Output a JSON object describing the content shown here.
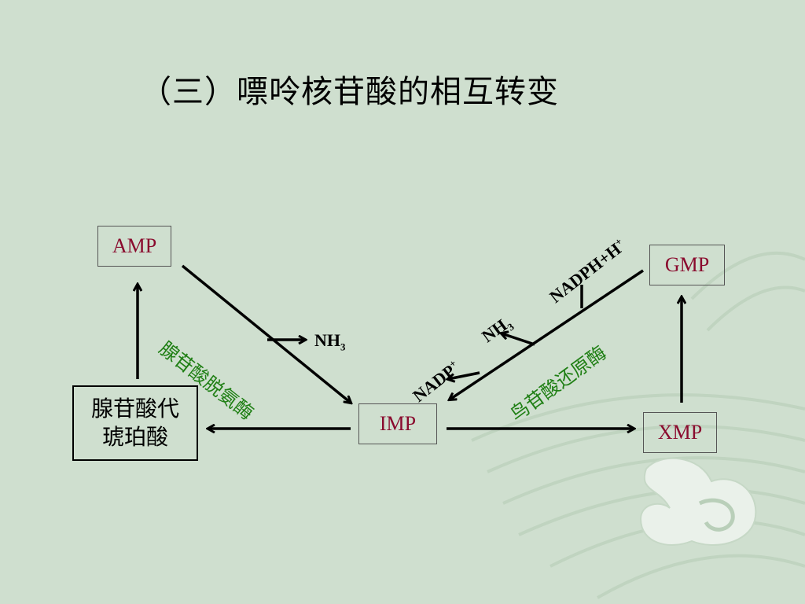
{
  "slide": {
    "title": "（三）嘌呤核苷酸的相互转变"
  },
  "nodes": {
    "amp": "AMP",
    "gmp": "GMP",
    "imp": "IMP",
    "xmp": "XMP",
    "succinate_line1": "腺苷酸代",
    "succinate_line2": "琥珀酸"
  },
  "enzymes": {
    "amp_deaminase": "腺苷酸脱氨酶",
    "gmp_reductase": "鸟苷酸还原酶"
  },
  "cofactors": {
    "nh3_left_base": "NH",
    "nh3_left_sub": "3",
    "nh3_right_base": "NH",
    "nh3_right_sub": "3",
    "nadp_base": "NADP",
    "nadp_sup": "+",
    "nadph_base": "NADPH+H",
    "nadph_sup": "+"
  },
  "colors": {
    "background": "#cfdfcf",
    "node_text": "#8a0b2e",
    "enzyme_text": "#1f7f14",
    "arrow": "#000000"
  }
}
